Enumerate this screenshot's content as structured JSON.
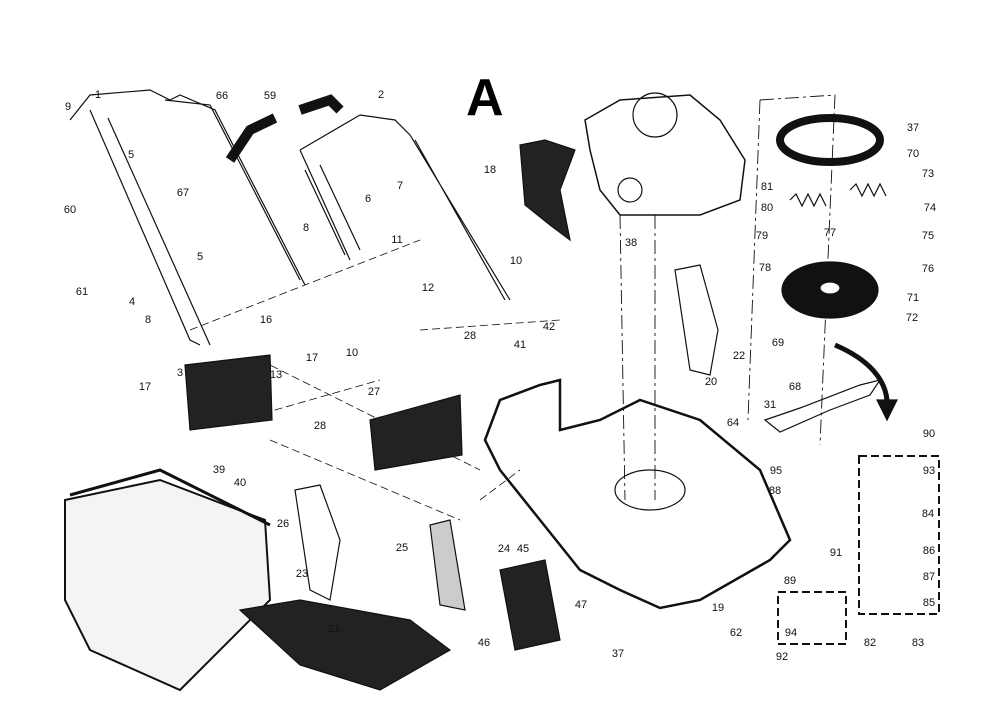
{
  "diagram": {
    "section_letter": "A",
    "labels": [
      "9",
      "1",
      "66",
      "59",
      "2",
      "5",
      "67",
      "7",
      "6",
      "18",
      "38",
      "37",
      "70",
      "73",
      "81",
      "80",
      "74",
      "79",
      "77",
      "75",
      "78",
      "76",
      "71",
      "72",
      "69",
      "60",
      "5",
      "8",
      "11",
      "10",
      "61",
      "4",
      "12",
      "8",
      "16",
      "42",
      "41",
      "28",
      "22",
      "10",
      "17",
      "13",
      "3",
      "17",
      "20",
      "68",
      "31",
      "27",
      "90",
      "64",
      "28",
      "93",
      "95",
      "88",
      "39",
      "40",
      "84",
      "26",
      "25",
      "24",
      "45",
      "91",
      "86",
      "23",
      "89",
      "87",
      "47",
      "19",
      "85",
      "21",
      "46",
      "62",
      "82",
      "83",
      "94",
      "37",
      "92"
    ]
  }
}
